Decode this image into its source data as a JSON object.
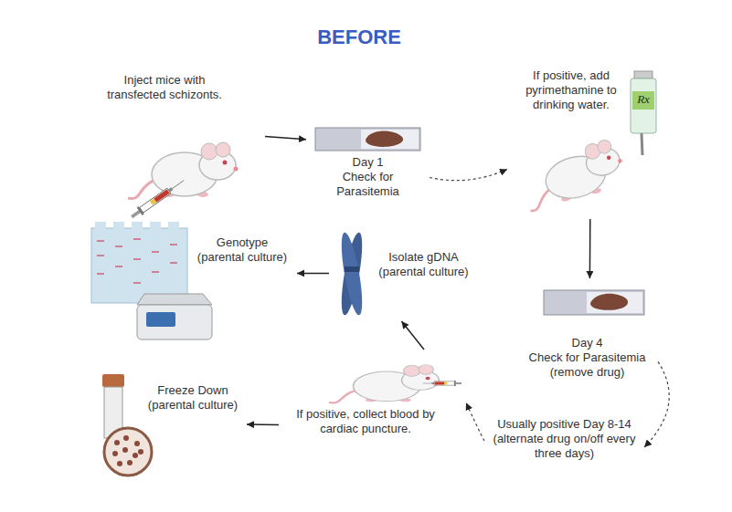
{
  "diagram": {
    "title": "BEFORE",
    "nodes": [
      {
        "text": [
          "Inject mice with transfected schizonts."
        ]
      },
      {
        "text": [
          "Day 1",
          "Check for Parasitemia"
        ]
      },
      {
        "text": [
          "If positive, add pyrimethamine to drinking water."
        ]
      },
      {
        "text": [
          "Day 4",
          "Check for Parasitemia (remove drug)"
        ]
      },
      {
        "text": [
          "Usually positive Day 8-14 (alternate drug on/off every three days)"
        ]
      },
      {
        "text": [
          "If positive, collect blood by cardiac puncture."
        ]
      },
      {
        "text": [
          "Isolate gDNA",
          "(parental culture)"
        ]
      },
      {
        "text": [
          "Genotype",
          "(parental culture)"
        ]
      },
      {
        "text": [
          "Freeze Down",
          "(parental culture)"
        ]
      }
    ],
    "edges": [
      {
        "from": 0,
        "to": 1,
        "arrow": "to"
      },
      {
        "from": 1,
        "to": 2,
        "arrow": "to"
      },
      {
        "from": 2,
        "to": 3,
        "arrow": "to"
      },
      {
        "from": 3,
        "to": 4,
        "arrow": "to"
      },
      {
        "from": 4,
        "to": 5,
        "arrow": "to"
      },
      {
        "from": 5,
        "to": 6,
        "arrow": "to"
      },
      {
        "from": 6,
        "to": 7,
        "arrow": "to"
      },
      {
        "from": 5,
        "to": 8,
        "arrow": "to"
      }
    ],
    "labels": [
      "Rx"
    ]
  }
}
